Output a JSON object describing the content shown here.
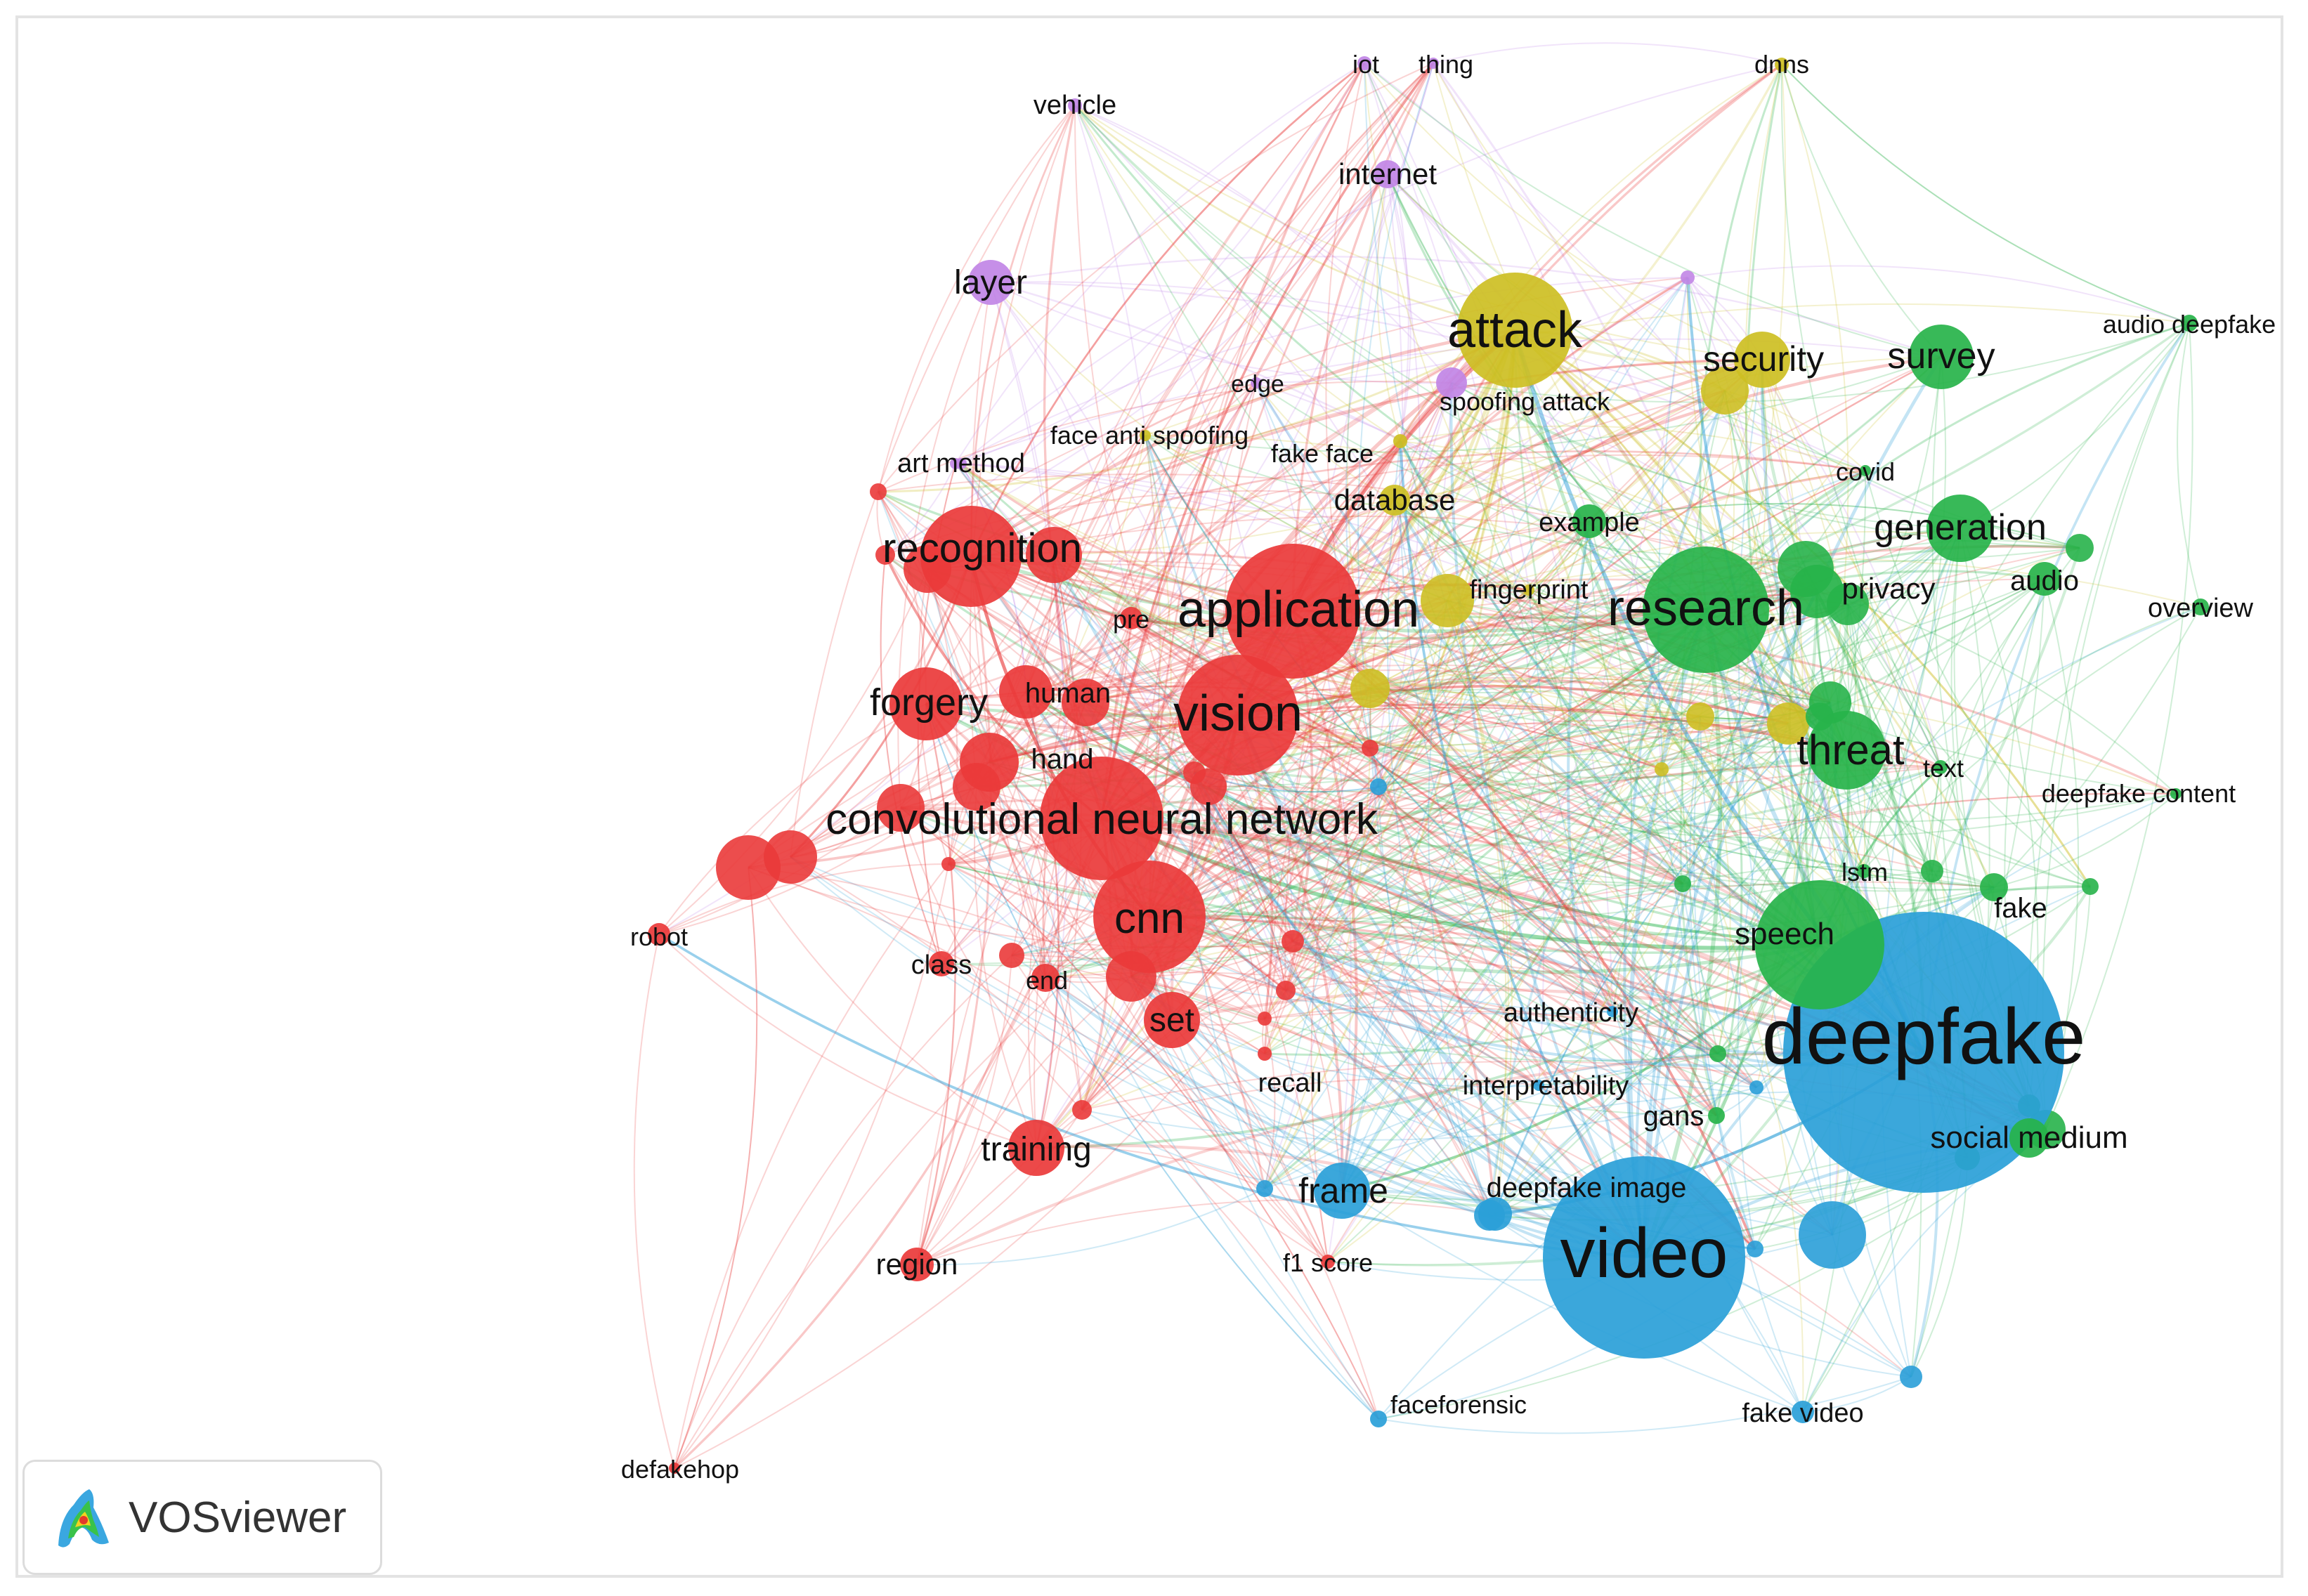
{
  "app": {
    "name": "VOSviewer",
    "logo_icon": "vosviewer-logo-icon"
  },
  "clusters": {
    "red": {
      "color": "#ea3a3a"
    },
    "yellow": {
      "color": "#cdbf23"
    },
    "green": {
      "color": "#27b34a"
    },
    "blue": {
      "color": "#2a9fd8"
    },
    "purple": {
      "color": "#c186e6"
    }
  },
  "nodes": [
    {
      "id": "iot",
      "label": "iot",
      "cluster": "purple",
      "weight": 1
    },
    {
      "id": "thing",
      "label": "thing",
      "cluster": "purple",
      "weight": 1
    },
    {
      "id": "vehicle",
      "label": "vehicle",
      "cluster": "purple",
      "weight": 1
    },
    {
      "id": "internet",
      "label": "internet",
      "cluster": "purple",
      "weight": 2
    },
    {
      "id": "layer",
      "label": "layer",
      "cluster": "purple",
      "weight": 3
    },
    {
      "id": "art method",
      "label": "art method",
      "cluster": "purple",
      "weight": 1
    },
    {
      "id": "edge",
      "label": "edge",
      "cluster": "purple",
      "weight": 1
    },
    {
      "id": "spoofing attack",
      "label": "spoofing attack",
      "cluster": "purple",
      "weight": 2
    },
    {
      "id": "dnns",
      "label": "dnns",
      "cluster": "yellow",
      "weight": 1
    },
    {
      "id": "attack",
      "label": "attack",
      "cluster": "yellow",
      "weight": 7
    },
    {
      "id": "security",
      "label": "security",
      "cluster": "yellow",
      "weight": 4
    },
    {
      "id": "face anti spoofing",
      "label": "face anti spoofing",
      "cluster": "yellow",
      "weight": 1
    },
    {
      "id": "fake face",
      "label": "fake face",
      "cluster": "yellow",
      "weight": 1
    },
    {
      "id": "database",
      "label": "database",
      "cluster": "yellow",
      "weight": 2
    },
    {
      "id": "fingerprint",
      "label": "fingerprint",
      "cluster": "yellow",
      "weight": 1
    },
    {
      "id": "survey",
      "label": "survey",
      "cluster": "green",
      "weight": 4
    },
    {
      "id": "audio deepfake",
      "label": "audio deepfake",
      "cluster": "green",
      "weight": 1
    },
    {
      "id": "covid",
      "label": "covid",
      "cluster": "green",
      "weight": 1
    },
    {
      "id": "example",
      "label": "example",
      "cluster": "green",
      "weight": 2
    },
    {
      "id": "generation",
      "label": "generation",
      "cluster": "green",
      "weight": 4
    },
    {
      "id": "audio",
      "label": "audio",
      "cluster": "green",
      "weight": 2
    },
    {
      "id": "overview",
      "label": "overview",
      "cluster": "green",
      "weight": 1
    },
    {
      "id": "research",
      "label": "research",
      "cluster": "green",
      "weight": 8
    },
    {
      "id": "privacy",
      "label": "privacy",
      "cluster": "green",
      "weight": 3
    },
    {
      "id": "threat",
      "label": "threat",
      "cluster": "green",
      "weight": 5
    },
    {
      "id": "text",
      "label": "text",
      "cluster": "green",
      "weight": 1
    },
    {
      "id": "deepfake content",
      "label": "deepfake content",
      "cluster": "green",
      "weight": 1
    },
    {
      "id": "lstm",
      "label": "lstm",
      "cluster": "green",
      "weight": 1
    },
    {
      "id": "fake",
      "label": "fake",
      "cluster": "green",
      "weight": 2
    },
    {
      "id": "speech",
      "label": "speech",
      "cluster": "green",
      "weight": 8
    },
    {
      "id": "social medium",
      "label": "social medium",
      "cluster": "green",
      "weight": 3
    },
    {
      "id": "gans",
      "label": "gans",
      "cluster": "green",
      "weight": 1
    },
    {
      "id": "recognition",
      "label": "recognition",
      "cluster": "red",
      "weight": 7
    },
    {
      "id": "application",
      "label": "application",
      "cluster": "red",
      "weight": 9
    },
    {
      "id": "pre",
      "label": "pre",
      "cluster": "red",
      "weight": 2
    },
    {
      "id": "forgery",
      "label": "forgery",
      "cluster": "red",
      "weight": 5
    },
    {
      "id": "human",
      "label": "human",
      "cluster": "red",
      "weight": 4
    },
    {
      "id": "vision",
      "label": "vision",
      "cluster": "red",
      "weight": 9
    },
    {
      "id": "hand",
      "label": "hand",
      "cluster": "red",
      "weight": 4
    },
    {
      "id": "convolutional neural network",
      "label": "convolutional neural network",
      "cluster": "red",
      "weight": 9
    },
    {
      "id": "cnn",
      "label": "cnn",
      "cluster": "red",
      "weight": 7
    },
    {
      "id": "robot",
      "label": "robot",
      "cluster": "red",
      "weight": 1
    },
    {
      "id": "class",
      "label": "class",
      "cluster": "red",
      "weight": 1
    },
    {
      "id": "end",
      "label": "end",
      "cluster": "red",
      "weight": 2
    },
    {
      "id": "set",
      "label": "set",
      "cluster": "red",
      "weight": 3
    },
    {
      "id": "recall",
      "label": "recall",
      "cluster": "red",
      "weight": 1
    },
    {
      "id": "training",
      "label": "training",
      "cluster": "red",
      "weight": 3
    },
    {
      "id": "region",
      "label": "region",
      "cluster": "red",
      "weight": 2
    },
    {
      "id": "f1 score",
      "label": "f1 score",
      "cluster": "red",
      "weight": 1
    },
    {
      "id": "defakehop",
      "label": "defakehop",
      "cluster": "red",
      "weight": 1
    },
    {
      "id": "deepfake",
      "label": "deepfake",
      "cluster": "blue",
      "weight": 10
    },
    {
      "id": "authenticity",
      "label": "authenticity",
      "cluster": "blue",
      "weight": 1
    },
    {
      "id": "interpretability",
      "label": "interpretability",
      "cluster": "blue",
      "weight": 1
    },
    {
      "id": "video",
      "label": "video",
      "cluster": "blue",
      "weight": 10
    },
    {
      "id": "frame",
      "label": "frame",
      "cluster": "blue",
      "weight": 3
    },
    {
      "id": "deepfake image",
      "label": "deepfake image",
      "cluster": "blue",
      "weight": 2
    },
    {
      "id": "faceforensic",
      "label": "faceforensic",
      "cluster": "blue",
      "weight": 1
    },
    {
      "id": "fake video",
      "label": "fake video",
      "cluster": "blue",
      "weight": 1
    }
  ]
}
